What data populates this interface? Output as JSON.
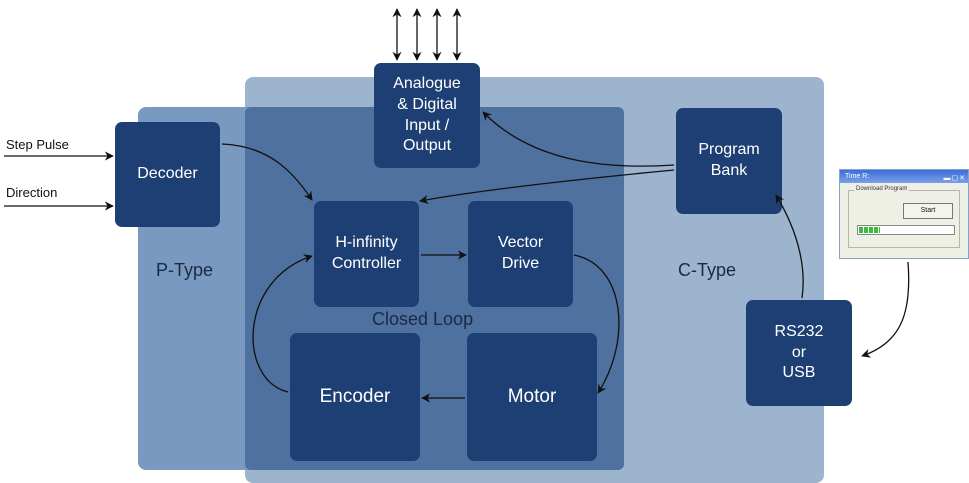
{
  "regions": {
    "p_type_label": "P-Type",
    "c_type_label": "C-Type",
    "closed_loop_label": "Closed Loop"
  },
  "inputs": {
    "step_pulse": "Step Pulse",
    "direction": "Direction"
  },
  "blocks": {
    "decoder": "Decoder",
    "analogue_digital_io": "Analogue\n& Digital\nInput /\nOutput",
    "program_bank": "Program\nBank",
    "h_infinity_controller": "H-infinity\nController",
    "vector_drive": "Vector\nDrive",
    "encoder": "Encoder",
    "motor": "Motor",
    "rs232_usb": "RS232\nor\nUSB"
  },
  "thumbnail": {
    "window_title": "Time R:",
    "group_title": "Download Program",
    "button_label": "Start",
    "progress_fraction": 0.22
  },
  "colors": {
    "block_fill": "#1e3f73",
    "outer_region": "#9db4cf",
    "p_type_region": "#7a99c0",
    "closed_loop_region": "#4f719f"
  }
}
